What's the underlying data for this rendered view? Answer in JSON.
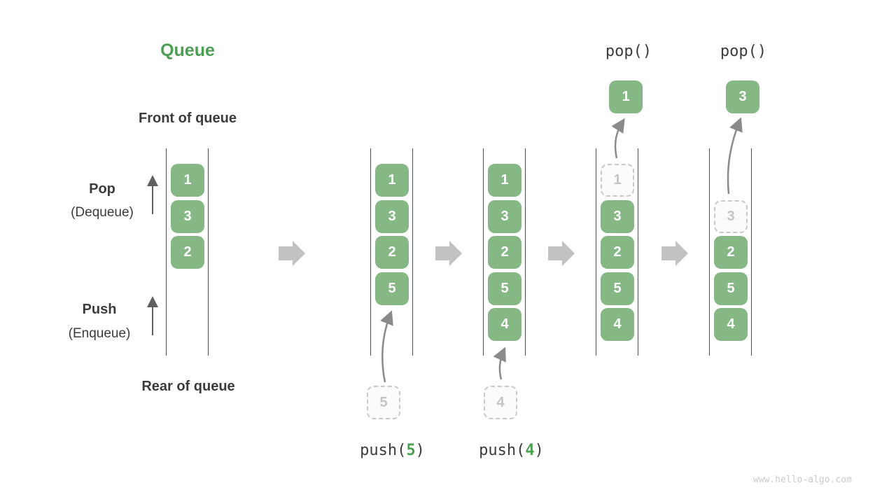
{
  "title": "Queue",
  "side_labels": {
    "front": "Front of queue",
    "rear": "Rear of queue",
    "pop": "Pop",
    "pop_sub": "(Dequeue)",
    "push": "Push",
    "push_sub": "(Enqueue)"
  },
  "ops": {
    "push5": {
      "fn": "push(",
      "arg": "5",
      "close": ")"
    },
    "push4": {
      "fn": "push(",
      "arg": "4",
      "close": ")"
    },
    "pop_first": "pop()",
    "pop_second": "pop()"
  },
  "states": [
    {
      "cells": [
        "1",
        "3",
        "2"
      ]
    },
    {
      "cells": [
        "1",
        "3",
        "2",
        "5"
      ],
      "incoming": "5"
    },
    {
      "cells": [
        "1",
        "3",
        "2",
        "5",
        "4"
      ],
      "incoming": "4"
    },
    {
      "ghost": "1",
      "cells": [
        "3",
        "2",
        "5",
        "4"
      ],
      "popped": "1"
    },
    {
      "ghost": "3",
      "cells": [
        "2",
        "5",
        "4"
      ],
      "popped": "3"
    }
  ],
  "watermark": "www.hello-algo.com",
  "colors": {
    "cell_green": "#85b885",
    "title_green": "#4c9e52",
    "rail_gray": "#4f4f4f",
    "block_arrow_gray": "#c2c2c2",
    "curve_arrow_gray": "#8a8a8a",
    "ghost_gray": "#c9c9c9",
    "text_dark": "#3b3b3b"
  }
}
